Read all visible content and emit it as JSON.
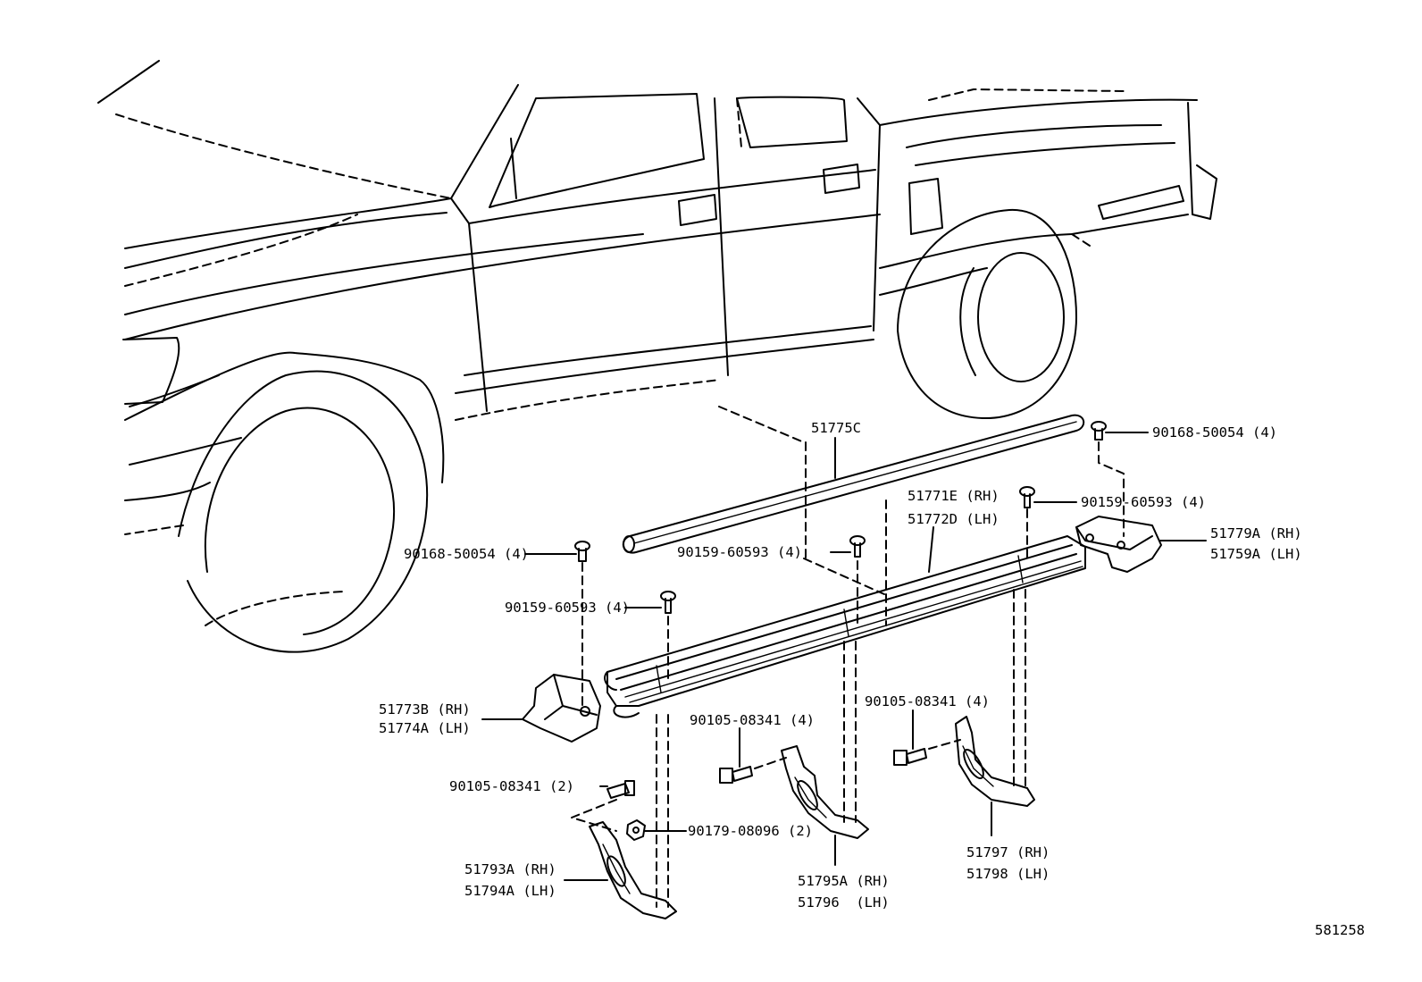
{
  "diagram_id": "581258",
  "callouts": {
    "mould": "51775C",
    "step_rh": "51771E (RH)",
    "step_lh": "51772D (LH)",
    "clip_top_right": "90168-50054 (4)",
    "screw_top_right": "90159-60593 (4)",
    "rear_bracket_rh": "51779A (RH)",
    "rear_bracket_lh": "51759A (LH)",
    "clip_left": "90168-50054 (4)",
    "screw_mid": "90159-60593 (4)",
    "screw_left": "90159-60593 (4)",
    "bolt_right": "90105-08341 (4)",
    "bolt_mid": "90105-08341 (4)",
    "front_cap_rh": "51773B (RH)",
    "front_cap_lh": "51774A (LH)",
    "bolt_left": "90105-08341 (2)",
    "nut_left": "90179-08096 (2)",
    "front_bracket_rh": "51793A (RH)",
    "front_bracket_lh": "51794A (LH)",
    "mid_bracket_rh": "51795A (RH)",
    "mid_bracket_lh": "51796  (LH)",
    "rear_mid_bracket_rh": "51797 (RH)",
    "rear_mid_bracket_lh": "51798 (LH)"
  }
}
